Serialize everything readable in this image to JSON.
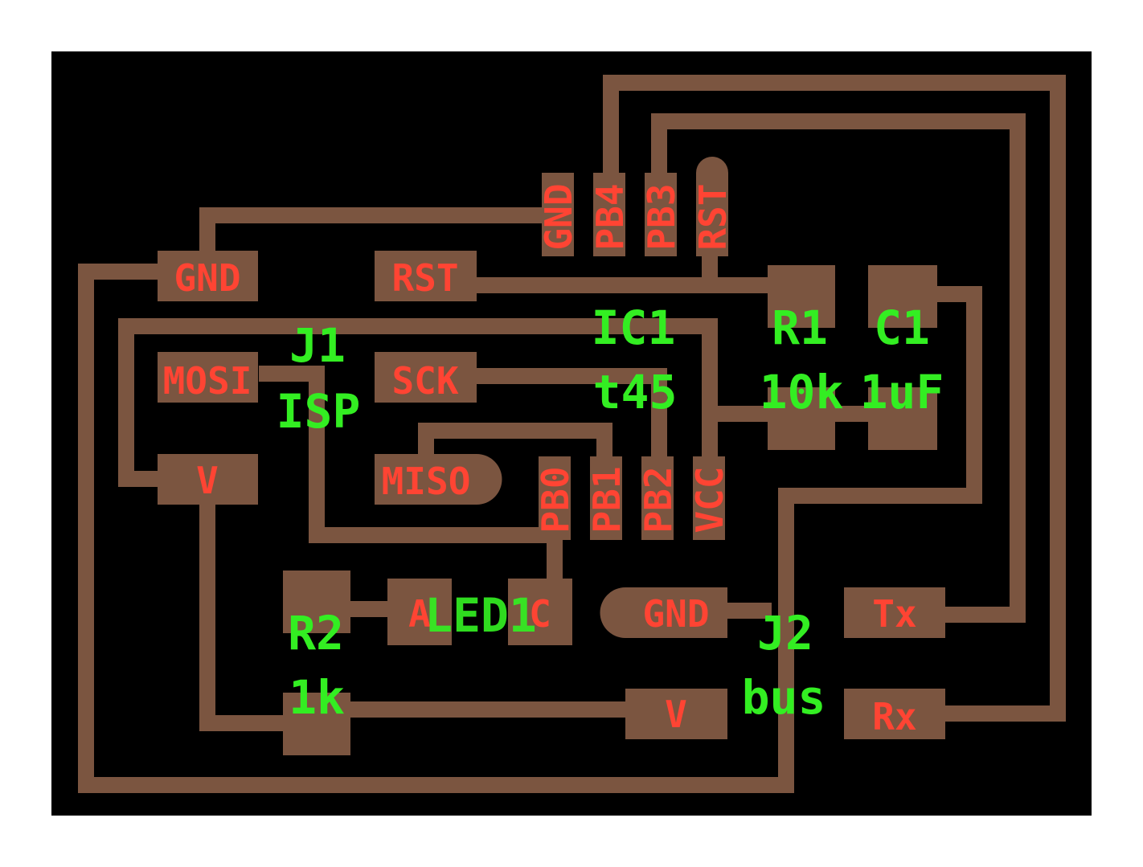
{
  "colors": {
    "board": "#000000",
    "copper": "#7b5540",
    "pin_text": "#ff4433",
    "part_text": "#33ee22",
    "overlap_text": "#e0ff40",
    "background": "#ffffff"
  },
  "j1": {
    "name": "J1",
    "value": "ISP",
    "pins": {
      "gnd": "GND",
      "rst": "RST",
      "mosi": "MOSI",
      "sck": "SCK",
      "v": "V",
      "miso": "MISO"
    }
  },
  "ic1": {
    "name": "IC1",
    "value": "t45",
    "pins": {
      "gnd": "GND",
      "pb4": "PB4",
      "pb3": "PB3",
      "rst": "RST",
      "pb0": "PB0",
      "pb1": "PB1",
      "pb2": "PB2",
      "vcc": "VCC"
    }
  },
  "r1": {
    "name": "R1",
    "value": "10k"
  },
  "c1": {
    "name": "C1",
    "value": "1uF"
  },
  "r2": {
    "name": "R2",
    "value": "1k"
  },
  "led1": {
    "name": "LED1",
    "pins": {
      "anode": "A",
      "cathode": "C"
    }
  },
  "j2": {
    "name": "J2",
    "value": "bus",
    "pins": {
      "gnd": "GND",
      "tx": "Tx",
      "v": "V",
      "rx": "Rx"
    }
  }
}
